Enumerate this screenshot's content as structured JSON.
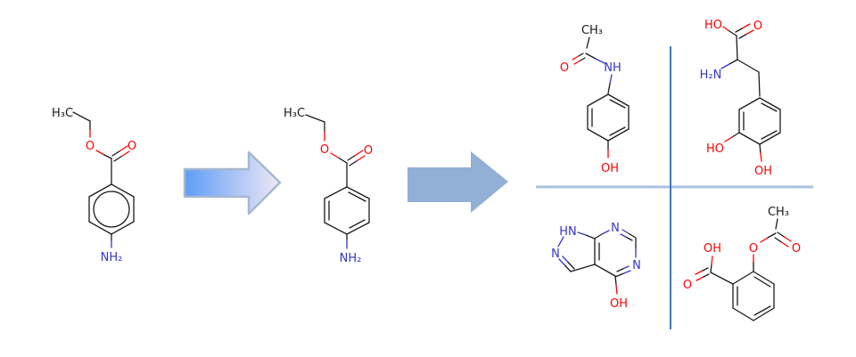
{
  "canvas": {
    "background": "#ffffff"
  },
  "palette": {
    "carbon": "#1a1a1a",
    "oxygen": "#ff0000",
    "nitrogen": "#3434cc",
    "arrow_gradient_start": "#5e9cf8",
    "arrow_gradient_end": "#efe8f4",
    "arrow_gradient_border": "#a6b8d0",
    "arrow_solid_fill": "#92afd6",
    "divider_horizontal": "#a9c2dc",
    "divider_vertical": "#4575b3"
  },
  "icons": {
    "arrow1": "right-block-arrow-gradient",
    "arrow2": "right-block-arrow-solid"
  },
  "molecules": {
    "reactant": {
      "methyl": "H₃C",
      "ester_oxygen": "O",
      "carbonyl_oxygen": "O",
      "amine": "NH₂"
    },
    "intermediate": {
      "methyl": "H₃C",
      "ester_oxygen": "O",
      "carbonyl_oxygen": "O",
      "amine": "NH₂"
    },
    "product_top_left": {
      "methyl": "CH₃",
      "carbonyl_oxygen": "O",
      "amide": "NH",
      "hydroxyl": "OH"
    },
    "product_top_right": {
      "acid_hydroxyl": "HO",
      "carbonyl_oxygen": "O",
      "amine": "H₂N",
      "ring_hydroxyl_left": "HO",
      "ring_hydroxyl_bottom": "OH"
    },
    "product_bottom_left": {
      "imine_nh": "HN",
      "pyrazole_n": "N",
      "pyrimidine_n_top": "N",
      "pyrimidine_n_right": "N",
      "hydroxyl": "OH"
    },
    "product_bottom_right": {
      "methyl": "CH₃",
      "ester_oxygen": "O",
      "ester_carbonyl_oxygen": "O",
      "acid_hydroxyl": "OH",
      "acid_carbonyl_oxygen": "O"
    }
  }
}
